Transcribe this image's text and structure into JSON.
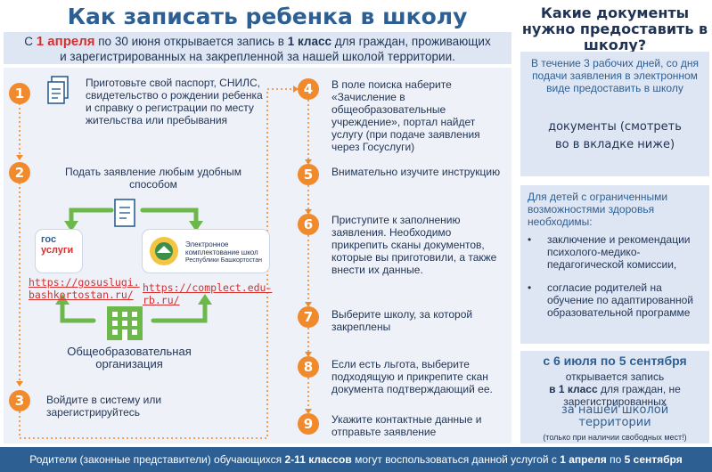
{
  "title": "Как записать ребенка в школу онлайн",
  "intro": {
    "line1_a": "С",
    "line1_date": "1 апреля",
    "line1_b": "по 30 июня открывается запись в",
    "line1_class": "1 класс",
    "line1_c": "для граждан, проживающих",
    "line2": "и зарегистрированных на закрепленной за     нашей школой территории."
  },
  "steps": {
    "s1": {
      "num": "1",
      "text": "Приготовьте свой паспорт, СНИЛС, свидетельство о рождении ребенка и справку о регистрации по месту жительства или пребывания"
    },
    "s2": {
      "num": "2",
      "text": "Подать заявление любым удобным способом"
    },
    "s3": {
      "num": "3",
      "text": "Войдите в систему или зарегистрируйтесь"
    },
    "s4": {
      "num": "4",
      "text": "В поле поиска наберите «Зачисление в общеобразовательные учреждение»,  портал найдет услугу (при подаче  заявления через Госуслуги)"
    },
    "s5": {
      "num": "5",
      "text": "Внимательно изучите инструкцию"
    },
    "s6": {
      "num": "6",
      "text": "Приступите к заполнению заявления. Необходимо прикрепить сканы документов, которые вы приготовили, а также внести их данные."
    },
    "s7": {
      "num": "7",
      "text": "Выберите школу, за которой закреплены"
    },
    "s8": {
      "num": "8",
      "text": "Если есть льгота, выберите подходящую и прикрепите скан документа подтверждающий ее."
    },
    "s9": {
      "num": "9",
      "text": "Укажите контактные данные и отправьте заявление"
    }
  },
  "portals": {
    "gos_logo_1": "гос",
    "gos_logo_2": "услуги",
    "gos_link": "https://gosuslugi. bashkortostan.ru/",
    "complect_title": "Электронное комплектование школ",
    "complect_sub": "Республики Башкортостан",
    "complect_link": "https://complect.edu-rb.ru/",
    "org_label": "Общеобразовательная организация"
  },
  "right": {
    "title": "Какие документы нужно предоставить в школу?",
    "box1_a": "В течение 3 рабочих дней, со дня подачи заявления в электронном виде предоставить в школу",
    "box1_b": "документы (смотреть",
    "box1_c": "во в вкладке ниже)",
    "box2_head": "Для детей с ограниченными возможностями здоровья необходимы:",
    "box2_item1": "заключение и рекомендации психолого-медико-педагогической комиссии,",
    "box2_item2": "согласие родителей на обучение по адаптированной образовательной программе",
    "box3_date": "с 6 июля по 5 сентября",
    "box3_a": "открывается запись",
    "box3_class": "в 1 класс",
    "box3_b": "для граждан, не зарегистрированных",
    "box3_c": "за нашей школой территории",
    "box3_d": "(только при наличии свободных мест!)"
  },
  "bottom": {
    "a": "Родители (законные представители) обучающихся",
    "classes": "2-11 классов",
    "b": "могут воспользоваться данной услугой",
    "c": "с",
    "date1": "1 апреля",
    "d": "по",
    "date2": "5 сентября"
  },
  "colors": {
    "accent": "#f08a2c",
    "brand": "#2d5f93",
    "red": "#d3302f",
    "green": "#6cb84a",
    "panel": "#eef1f8"
  },
  "icons": [
    "document-icon",
    "gos-logo",
    "complect-logo",
    "school-building-icon",
    "arrow-icon"
  ]
}
